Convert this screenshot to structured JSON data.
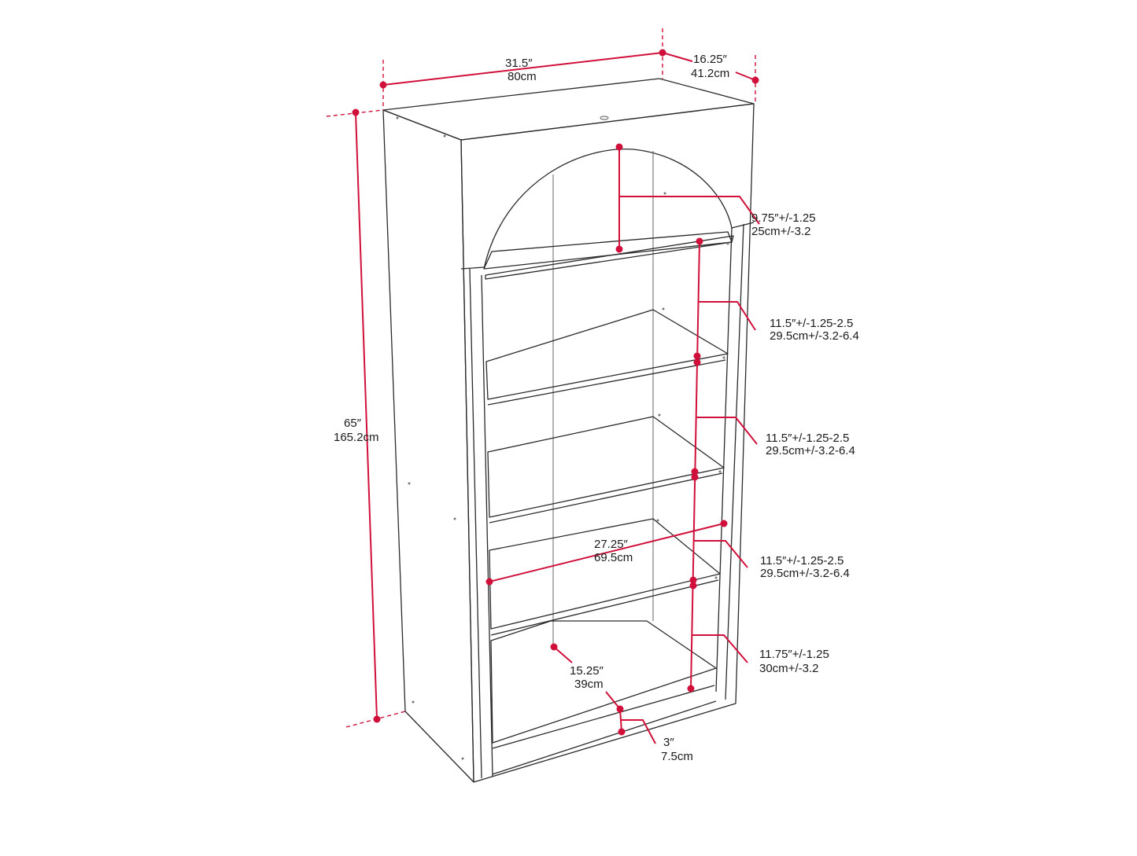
{
  "colors": {
    "dimension": "#d0103a",
    "outline": "#2a2a2a",
    "background": "#ffffff"
  },
  "dimensions": {
    "width": {
      "in": "31.5″",
      "cm": "80cm"
    },
    "depth": {
      "in": "16.25″",
      "cm": "41.2cm"
    },
    "height": {
      "in": "65″",
      "cm": "165.2cm"
    },
    "arch_top": {
      "in": "9.75″+/-1.25",
      "cm": "25cm+/-3.2"
    },
    "shelf_2": {
      "in": "11.5″+/-1.25-2.5",
      "cm": "29.5cm+/-3.2-6.4"
    },
    "shelf_3": {
      "in": "11.5″+/-1.25-2.5",
      "cm": "29.5cm+/-3.2-6.4"
    },
    "shelf_4": {
      "in": "11.5″+/-1.25-2.5",
      "cm": "29.5cm+/-3.2-6.4"
    },
    "shelf_bottom": {
      "in": "11.75″+/-1.25",
      "cm": "30cm+/-3.2"
    },
    "inner_width": {
      "in": "27.25″",
      "cm": "69.5cm"
    },
    "inner_depth": {
      "in": "15.25″",
      "cm": "39cm"
    },
    "base": {
      "in": "3″",
      "cm": "7.5cm"
    }
  }
}
